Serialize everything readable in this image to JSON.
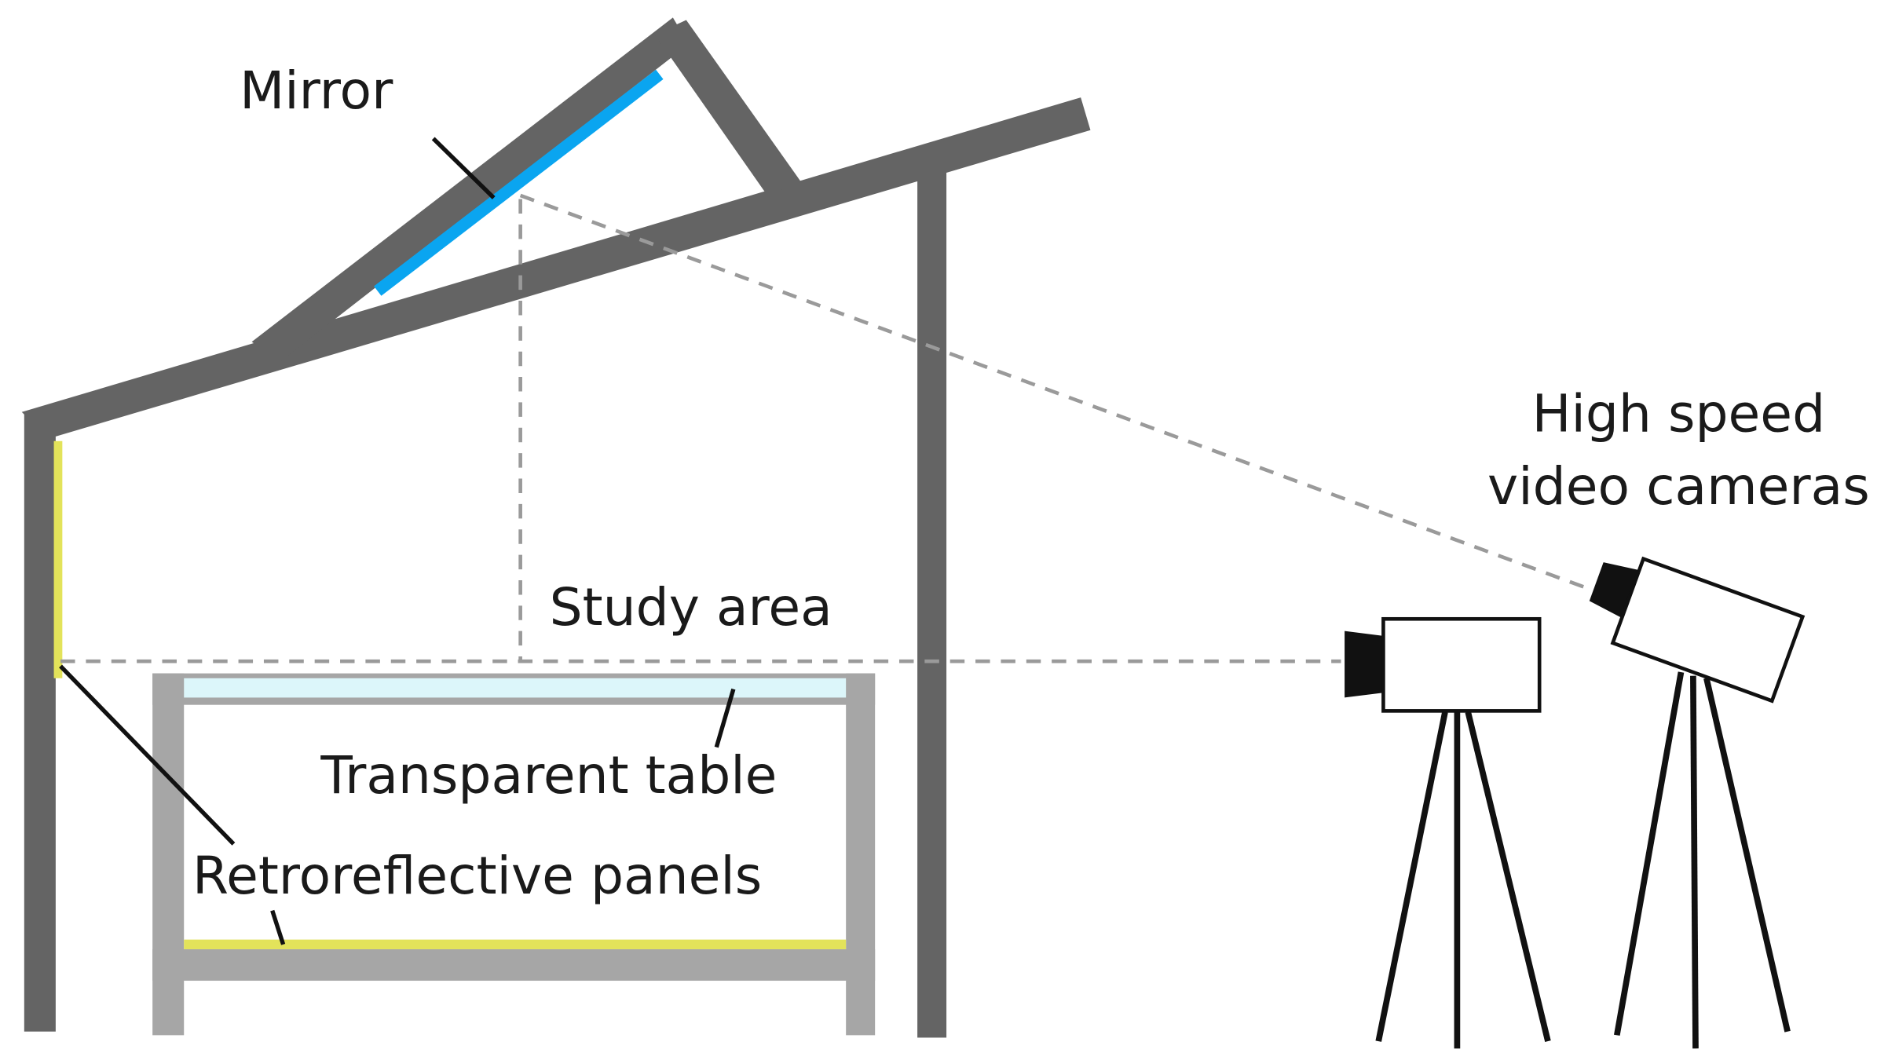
{
  "labels": {
    "mirror": "Mirror",
    "study_area": "Study area",
    "transparent_table": "Transparent table",
    "retroreflective_panels": "Retroreflective panels",
    "cameras_line1": "High speed",
    "cameras_line2": "video cameras"
  },
  "colors": {
    "structure": "#646464",
    "table_frame": "#a6a6a6",
    "mirror": "#0aa5f0",
    "retroreflective": "#e3e35a",
    "transparent_table": "#dcf6fa",
    "sight_line": "#9a9a9a",
    "leader": "#111111",
    "lens": "#111111"
  },
  "icons": {
    "camera_left": "video-camera-on-tripod",
    "camera_right": "video-camera-on-tripod-tilted"
  }
}
